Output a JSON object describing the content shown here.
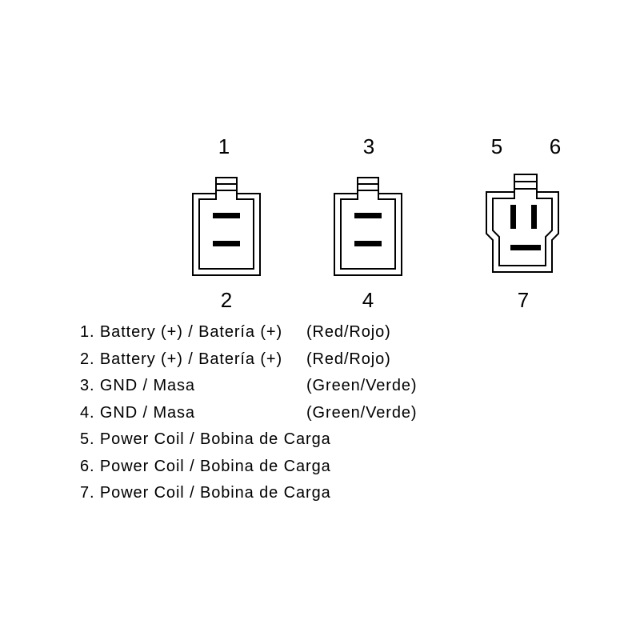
{
  "pins": {
    "top": [
      "1",
      "3",
      "5",
      "6"
    ],
    "bottom": [
      "2",
      "4",
      "7"
    ]
  },
  "legend": [
    {
      "desc": "1. Battery (+) / Batería (+)",
      "color": "(Red/Rojo)"
    },
    {
      "desc": "2. Battery (+) / Batería (+)",
      "color": "(Red/Rojo)"
    },
    {
      "desc": "3. GND / Masa",
      "color": "(Green/Verde)"
    },
    {
      "desc": "4. GND / Masa",
      "color": "(Green/Verde)"
    },
    {
      "desc": "5. Power Coil / Bobina de Carga",
      "color": ""
    },
    {
      "desc": "6. Power Coil / Bobina de Carga",
      "color": ""
    },
    {
      "desc": "7. Power Coil / Bobina de Carga",
      "color": ""
    }
  ],
  "colors": {
    "line": "#000000",
    "background": "#ffffff"
  }
}
